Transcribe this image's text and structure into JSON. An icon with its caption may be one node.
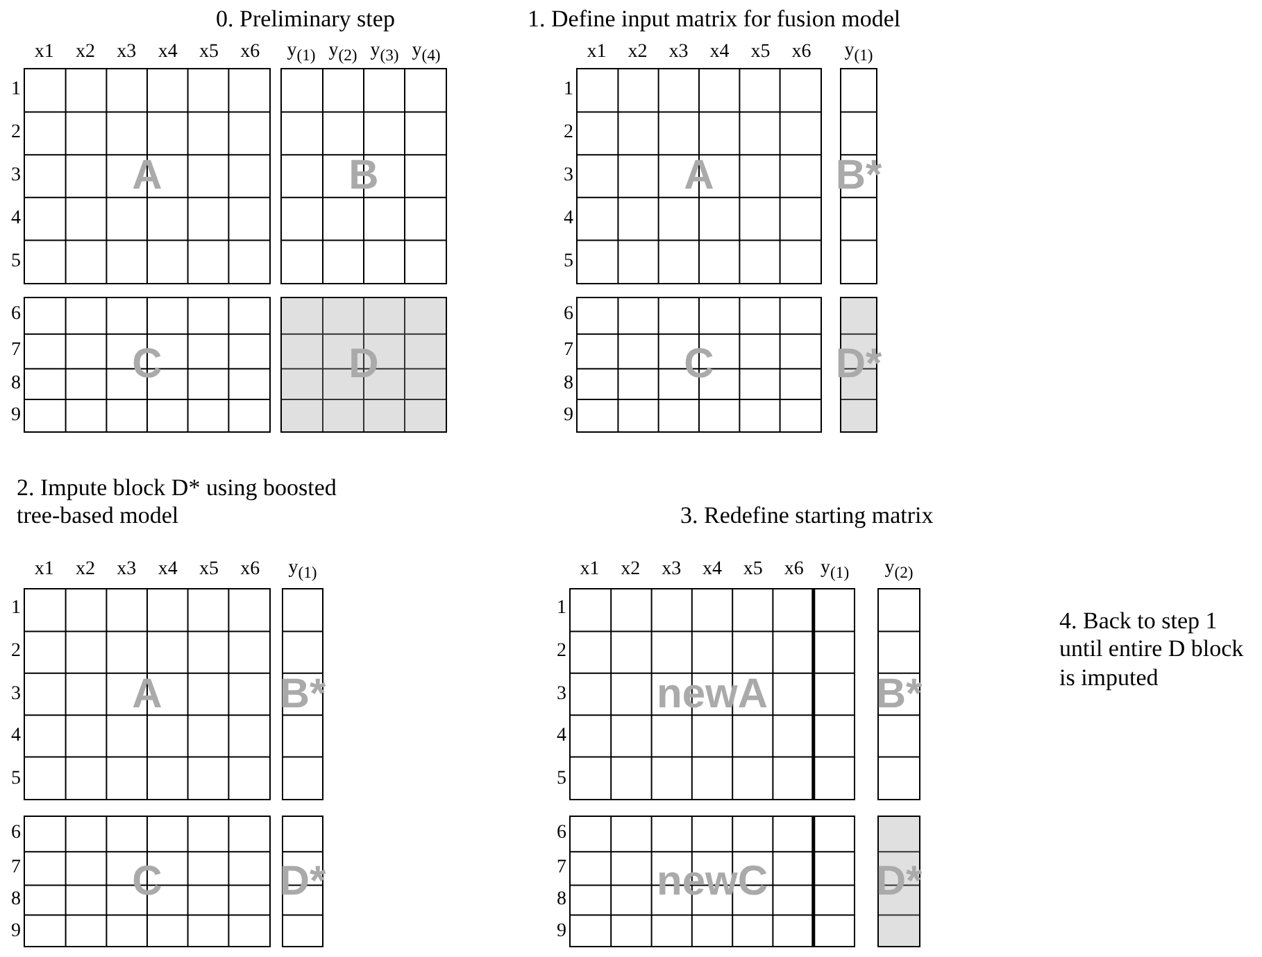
{
  "diagram": {
    "nodes": [
      {
        "text": [
          "A"
        ]
      },
      {
        "text": [
          "B"
        ]
      },
      {
        "text": [
          "C"
        ]
      },
      {
        "text": [
          "D"
        ]
      },
      {
        "text": [
          "A"
        ]
      },
      {
        "text": [
          "B*"
        ]
      },
      {
        "text": [
          "C"
        ]
      },
      {
        "text": [
          "D*"
        ]
      },
      {
        "text": [
          "A"
        ]
      },
      {
        "text": [
          "B*"
        ]
      },
      {
        "text": [
          "C"
        ]
      },
      {
        "text": [
          "D*"
        ]
      },
      {
        "text": [
          "newA"
        ]
      },
      {
        "text": [
          "B*"
        ]
      },
      {
        "text": [
          "newC"
        ]
      },
      {
        "text": [
          "D*"
        ]
      }
    ],
    "labels": [
      "0. Preliminary step",
      "x1",
      "x2",
      "x3",
      "x4",
      "x5",
      "x6",
      "y$_{(1)}$",
      "y$_{(2)}$",
      "y$_{(3)}$",
      "y$_{(4)}$",
      "1",
      "2",
      "3",
      "4",
      "5",
      "6",
      "7",
      "8",
      "9",
      "1. Define input matrix for fusion model",
      "x1",
      "x2",
      "x3",
      "x4",
      "x5",
      "x6",
      "y$_{(1)}$",
      "1",
      "2",
      "3",
      "4",
      "5",
      "6",
      "7",
      "8",
      "9",
      "2. Impute block D* using boosted tree-based model",
      "x1",
      "x2",
      "x3",
      "x4",
      "x5",
      "x6",
      "y$_{(1)}$",
      "1",
      "2",
      "3",
      "4",
      "5",
      "6",
      "7",
      "8",
      "9",
      "3. Redefine starting matrix",
      "x1",
      "x2",
      "x3",
      "x4",
      "x5",
      "x6",
      "y$_{(1)}$",
      "y$_{(2)}$",
      "1",
      "2",
      "3",
      "4",
      "5",
      "6",
      "7",
      "8",
      "9",
      "4. Back to step 1 until entire D block is imputed"
    ]
  }
}
